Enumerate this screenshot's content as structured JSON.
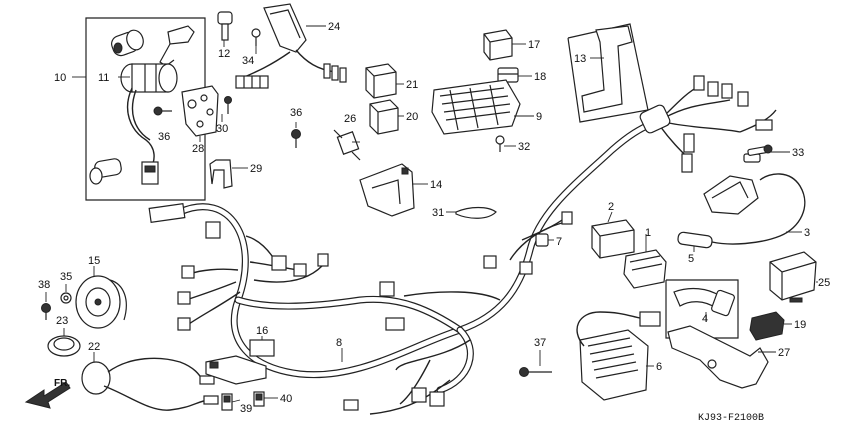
{
  "diagram": {
    "code": "KJ93-F2100B",
    "parts": [
      {
        "id": "p1",
        "label": "1"
      },
      {
        "id": "p2",
        "label": "2"
      },
      {
        "id": "p3",
        "label": "3"
      },
      {
        "id": "p4",
        "label": "4"
      },
      {
        "id": "p5",
        "label": "5"
      },
      {
        "id": "p6",
        "label": "6"
      },
      {
        "id": "p7",
        "label": "7"
      },
      {
        "id": "p8",
        "label": "8"
      },
      {
        "id": "p9",
        "label": "9"
      },
      {
        "id": "p10",
        "label": "10"
      },
      {
        "id": "p11",
        "label": "11"
      },
      {
        "id": "p12",
        "label": "12"
      },
      {
        "id": "p13",
        "label": "13"
      },
      {
        "id": "p14",
        "label": "14"
      },
      {
        "id": "p15",
        "label": "15"
      },
      {
        "id": "p16",
        "label": "16"
      },
      {
        "id": "p17",
        "label": "17"
      },
      {
        "id": "p18",
        "label": "18"
      },
      {
        "id": "p19",
        "label": "19"
      },
      {
        "id": "p20",
        "label": "20"
      },
      {
        "id": "p21",
        "label": "21"
      },
      {
        "id": "p22",
        "label": "22"
      },
      {
        "id": "p23",
        "label": "23"
      },
      {
        "id": "p24",
        "label": "24"
      },
      {
        "id": "p25",
        "label": "25"
      },
      {
        "id": "p26",
        "label": "26"
      },
      {
        "id": "p27",
        "label": "27"
      },
      {
        "id": "p28",
        "label": "28"
      },
      {
        "id": "p29",
        "label": "29"
      },
      {
        "id": "p30",
        "label": "30"
      },
      {
        "id": "p31",
        "label": "31"
      },
      {
        "id": "p32",
        "label": "32"
      },
      {
        "id": "p33",
        "label": "33"
      },
      {
        "id": "p34",
        "label": "34"
      },
      {
        "id": "p35",
        "label": "35"
      },
      {
        "id": "p36a",
        "label": "36"
      },
      {
        "id": "p36b",
        "label": "36"
      },
      {
        "id": "p37",
        "label": "37"
      },
      {
        "id": "p38",
        "label": "38"
      },
      {
        "id": "p39",
        "label": "39"
      },
      {
        "id": "p40",
        "label": "40"
      }
    ],
    "fr_label": "FR."
  }
}
